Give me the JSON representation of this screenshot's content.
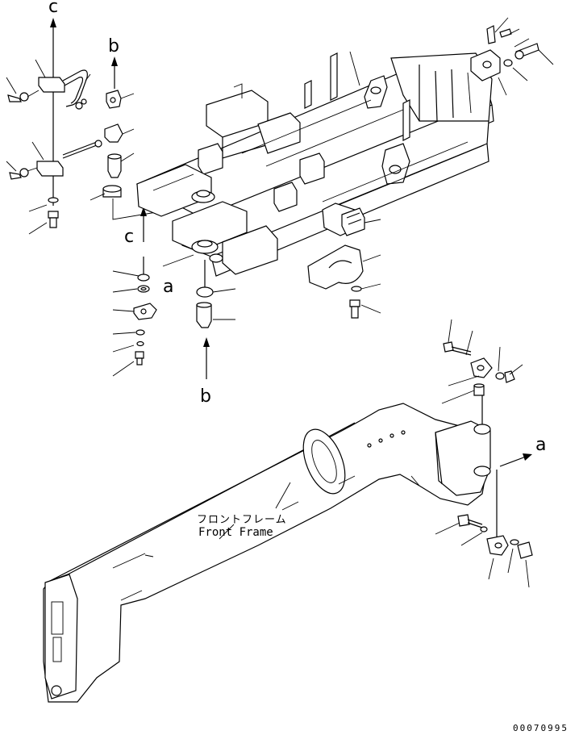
{
  "labels": {
    "c_top": "c",
    "c_mid": "c",
    "b_top": "b",
    "b_bottom": "b",
    "a_left": "a",
    "a_right": "a"
  },
  "front_frame": {
    "label_jp": "フロントフレーム",
    "label_en": "Front Frame"
  },
  "drawing_code": "00070995"
}
